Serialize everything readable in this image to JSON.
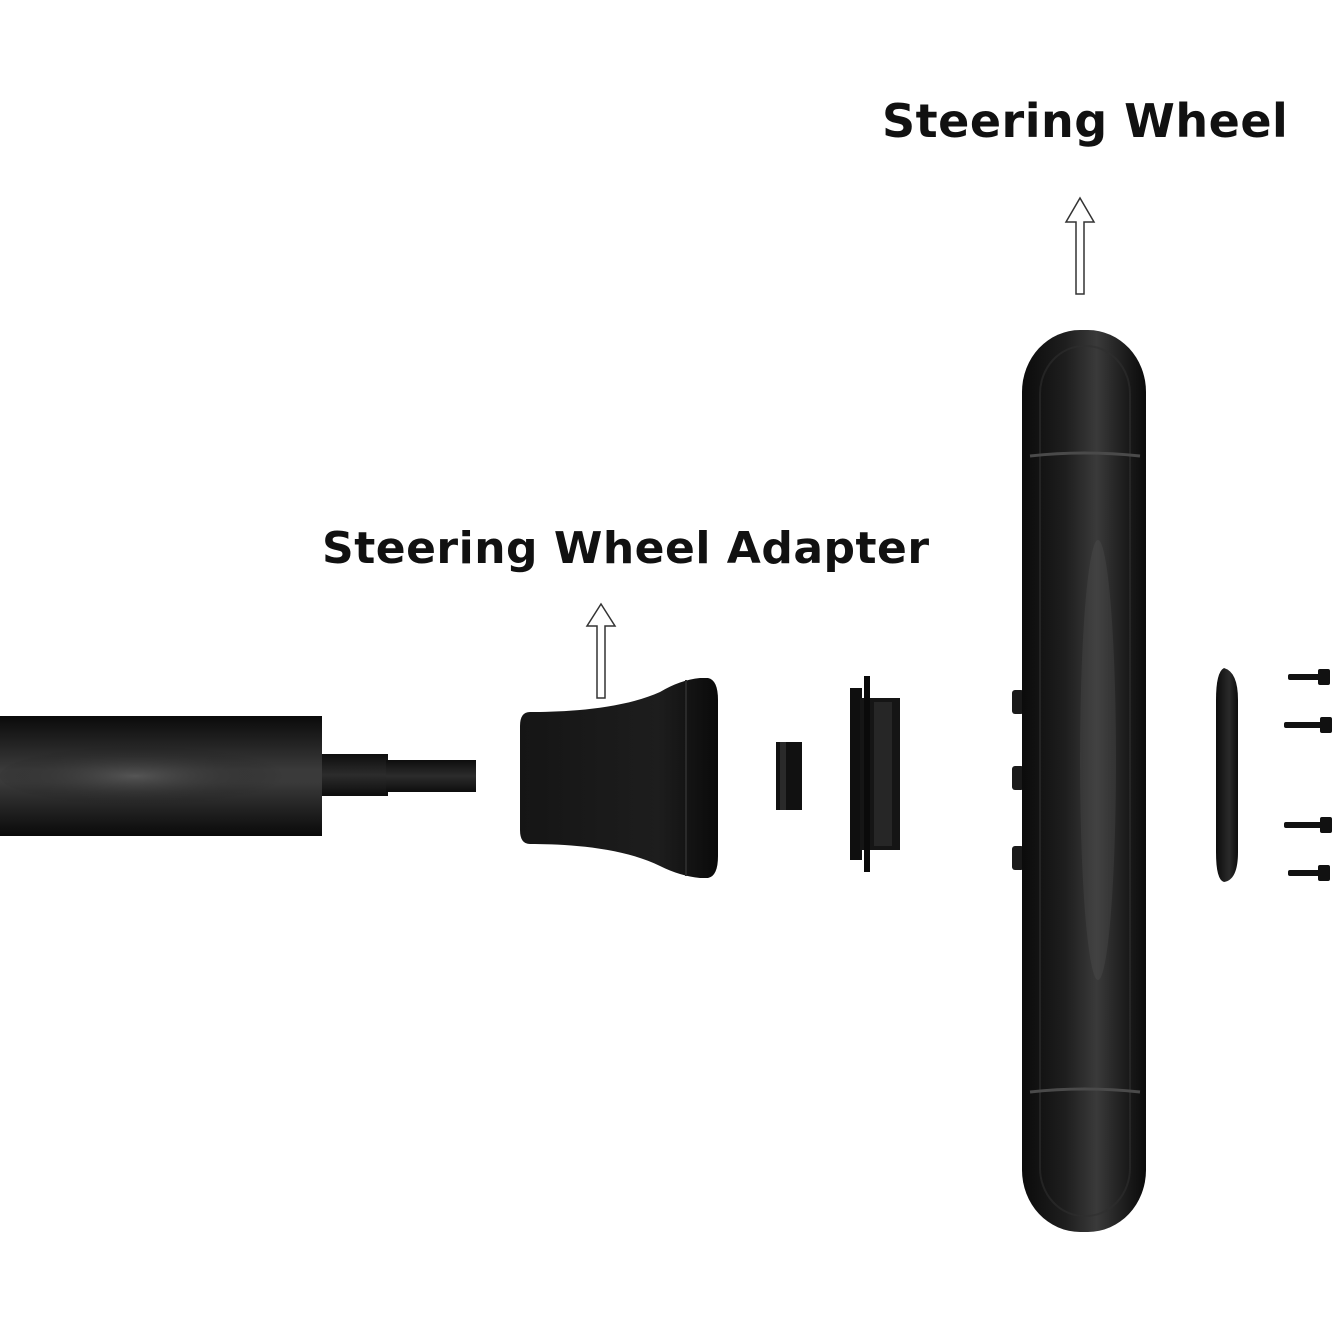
{
  "labels": {
    "steering_wheel": "Steering Wheel",
    "steering_wheel_adapter": "Steering Wheel Adapter"
  },
  "colors": {
    "background": "#ffffff",
    "label_text": "#111111",
    "part_black": "#0e0e0e",
    "part_highlight": "#4a4a4a",
    "arrow_stroke": "#333333"
  },
  "parts": [
    "steering-column",
    "steering-shaft",
    "steering-wheel-adapter",
    "spacer-ring",
    "mounting-flange",
    "steering-wheel",
    "horn-cap",
    "mounting-screws"
  ]
}
